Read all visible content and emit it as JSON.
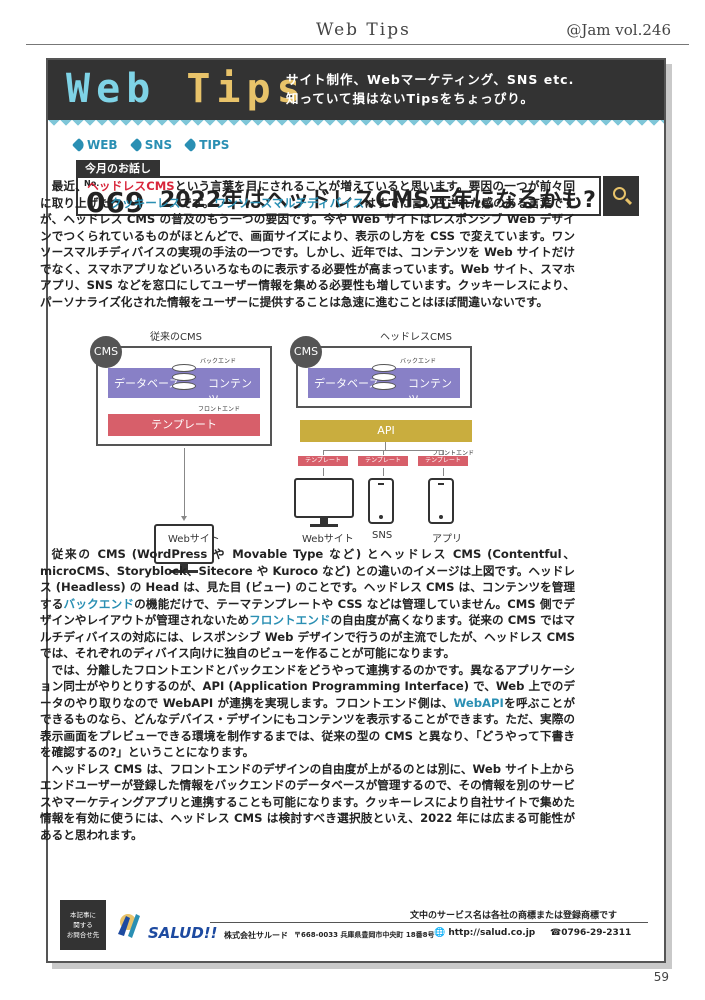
{
  "header": {
    "title": "Web Tips",
    "issue": "@Jam vol.246"
  },
  "banner": {
    "logo_main": "Web ",
    "logo_accent": "Tips",
    "tagline_line1": "サイト制作、Webマーケティング、SNS etc.",
    "tagline_line2": "知っていて損はないTipsをちょっぴり。"
  },
  "tags": [
    "WEB",
    "SNS",
    "TIPS"
  ],
  "article": {
    "tab_label": "今月のお話し",
    "no_label": "No.",
    "number": "069",
    "headline": "2022年はヘッドレスCMS元年になるかも?"
  },
  "body1": {
    "s1": "最近、",
    "k1": "ヘッドレスCMS",
    "s2": "という言葉を目にされることが増えていると思います。要因の一つが前々回に取り上げた",
    "k2": "クッキーレス",
    "s3": "です。",
    "k3": "ワンソースマルチディバイス",
    "s4": "はすでに言い古された感のある言葉ですが、ヘッドレス CMS の普及のもう一つの要因です。今や Web サイトはレスポンシブ Web デザインでつくられているものがほとんどで、画面サイズにより、表示のし方を CSS で変えています。ワンソースマルチディバイスの実現の手法の一つです。しかし、近年では、コンテンツを Web サイトだけでなく、スマホアプリなどいろいろなものに表示する必要性が高まっています。Web サイト、スマホアプリ、SNS などを窓口にしてユーザー情報を集める必要性も増しています。クッキーレスにより、パーソナライズ化された情報をユーザーに提供することは急速に進むことはほぼ間違いないです。"
  },
  "diagram": {
    "left_title": "従来のCMS",
    "right_title": "ヘッドレスCMS",
    "cms": "CMS",
    "backend": "バックエンド",
    "frontend": "フロントエンド",
    "database": "データベース",
    "contents": "コンテンツ",
    "template": "テンプレート",
    "api": "API",
    "label_web": "Webサイト",
    "label_sns": "SNS",
    "label_app": "アプリ"
  },
  "body2": {
    "p1a": "従来の CMS (WordPress や Movable Type など) とヘッドレス CMS (Contentful、microCMS、Storyblock、Sitecore や Kuroco など) との違いのイメージは上図です。ヘッドレス (Headless) の Head は、見た目 (ビュー) のことです。ヘッドレス CMS は、コンテンツを管理する",
    "p1k1": "バックエンド",
    "p1b": "の機能だけで、テーマテンプレートや CSS などは管理していません。CMS 側でデザインやレイアウトが管理されないため",
    "p1k2": "フロントエンド",
    "p1c": "の自由度が高くなります。従来の CMS ではマルチディバイスの対応には、レスポンシブ Web デザインで行うのが主流でしたが、ヘッドレス CMS では、それぞれのディバイス向けに独自のビューを作ることが可能になります。",
    "p2a": "では、分離したフロントエンドとバックエンドをどうやって連携するのかです。異なるアプリケーション同士がやりとりするのが、API (Application Programming Interface) で、Web 上でのデータのやり取りなので WebAPI が連携を実現します。フロントエンド側は、",
    "p2k1": "WebAPI",
    "p2b": "を呼ぶことができるものなら、どんなデバイス・デザインにもコンテンツを表示することができます。ただ、実際の表示画面をプレビューできる環境を制作するまでは、従来の型の CMS と異なり、「どうやって下書きを確認するの?」ということになります。",
    "p3": "ヘッドレス CMS は、フロントエンドのデザインの自由度が上がるのとは別に、Web サイト上からエンドユーザーが登録した情報をバックエンドのデータベースが管理するので、その情報を別のサービスやマーケティングアプリと連携することも可能になります。クッキーレスにより自社サイトで集めた情報を有効に使うには、ヘッドレス CMS は検討すべき選択肢といえ、2022 年には広まる可能性があると思われます。"
  },
  "footer": {
    "ask_line1": "本記事に",
    "ask_line2": "関する",
    "ask_line3": "お問合せ先",
    "brand": "SALUD!!",
    "company": "株式会社サルード",
    "address": "〒668-0033 兵庫県豊岡市中央町 18番8号",
    "url": "http://salud.co.jp",
    "tel": "0796-29-2311",
    "notice": "文中のサービス名は各社の商標または登録商標です"
  },
  "page_number": "59",
  "colors": {
    "accent_blue": "#2a8fb3",
    "accent_red": "#d8263b",
    "banner_bg": "#333333"
  }
}
